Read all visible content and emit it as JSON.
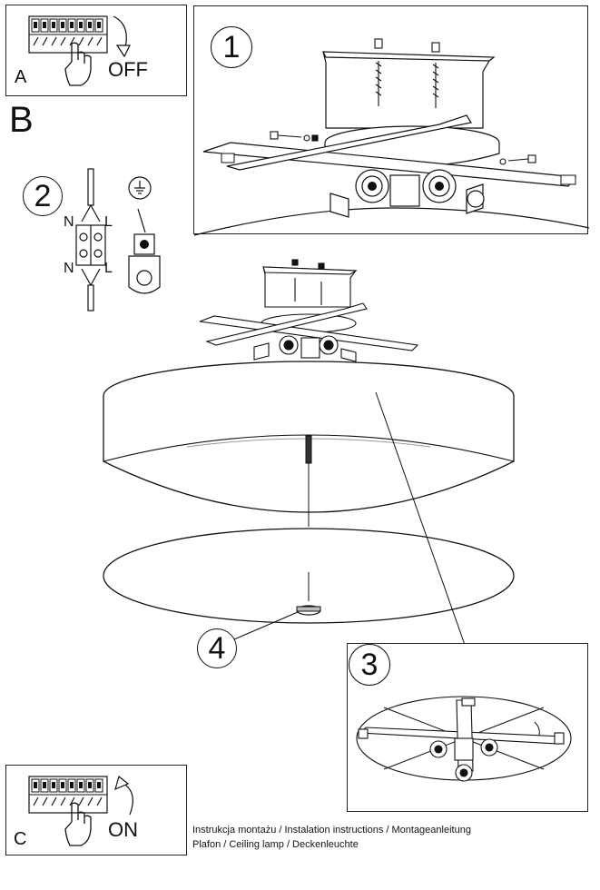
{
  "panel_a": {
    "letter": "A",
    "state": "OFF"
  },
  "section_b": {
    "letter": "B"
  },
  "panel_c": {
    "letter": "C",
    "state": "ON"
  },
  "steps": {
    "one": "1",
    "two": "2",
    "three": "3",
    "four": "4"
  },
  "wiring": {
    "n_top": "N",
    "l_top": "L",
    "n_bottom": "N",
    "l_bottom": "L"
  },
  "footer": {
    "line1": "Instrukcja montażu / Instalation instructions / Montageanleitung",
    "line2": "Plafon / Ceiling lamp / Deckenleuchte"
  },
  "icons": [
    "circuit-breaker-icon",
    "hand-icon",
    "curved-arrow-icon",
    "ground-symbol-icon"
  ]
}
